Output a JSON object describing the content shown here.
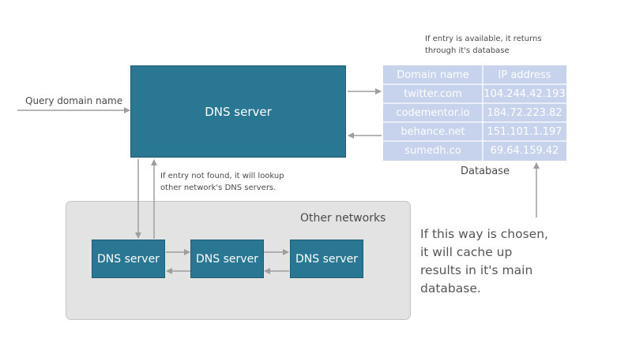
{
  "query_label": "Query domain name",
  "main_server_label": "DNS server",
  "return_note": [
    "If entry is available, it returns",
    "through it's database"
  ],
  "not_found_note": [
    "If entry not found, it will lookup",
    "other network's DNS servers."
  ],
  "other_networks": {
    "label": "Other networks",
    "servers": [
      "DNS server",
      "DNS server",
      "DNS server"
    ]
  },
  "database": {
    "label": "Database",
    "columns": [
      "Domain name",
      "IP address"
    ],
    "rows": [
      [
        "twitter.com",
        "104.244.42.193"
      ],
      [
        "codementor.io",
        "184.72.223.82"
      ],
      [
        "behance.net",
        "151.101.1.197"
      ],
      [
        "sumedh.co",
        "69.64.159.42"
      ]
    ]
  },
  "cache_note": [
    "If this way is chosen,",
    "it will cache up",
    "results in it's main",
    "database."
  ],
  "colors": {
    "server_fill": "#2a7793",
    "table_fill": "#c7d2ec",
    "panel_fill": "#e3e3e3",
    "arrow": "#9e9e9e"
  }
}
